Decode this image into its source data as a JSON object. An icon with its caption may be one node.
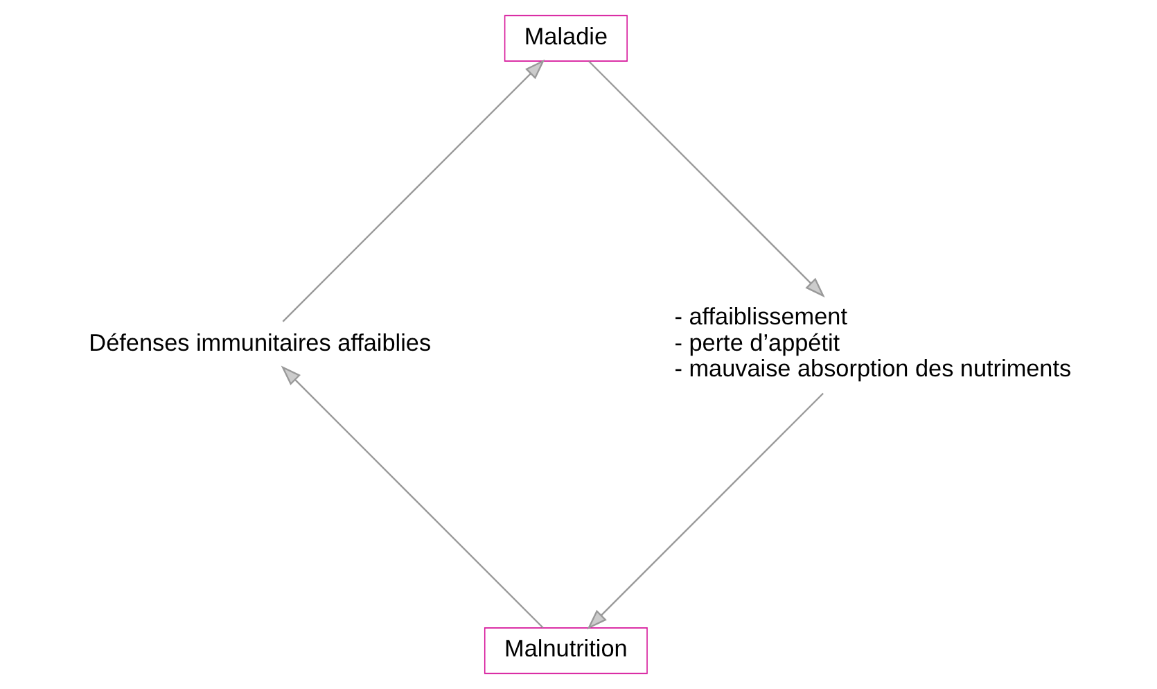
{
  "diagram": {
    "nodes": [
      {
        "text": [
          "Malnutrition"
        ]
      },
      {
        "text": [
          "Défenses immunitaires affaiblies"
        ]
      },
      {
        "text": [
          "Maladie"
        ]
      },
      {
        "text": [
          "- affaiblissement",
          "- perte d’appétit",
          "- mauvaise absorption des nutriments"
        ]
      }
    ],
    "edges": [
      {
        "from": 0,
        "to": 1,
        "arrow": "to"
      },
      {
        "from": 1,
        "to": 2,
        "arrow": "to"
      },
      {
        "from": 2,
        "to": 3,
        "arrow": "to"
      },
      {
        "from": 3,
        "to": 0,
        "arrow": "to"
      }
    ]
  }
}
